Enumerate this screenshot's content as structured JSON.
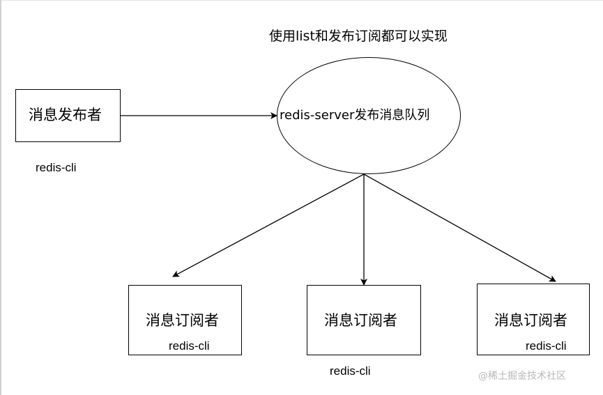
{
  "diagram": {
    "title": "使用list和发布订阅都可以实现",
    "publisher": {
      "label": "消息发布者",
      "note": "redis-cli"
    },
    "server": {
      "label": "redis-server发布消息队列"
    },
    "subscribers": [
      {
        "label": "消息订阅者",
        "note": "redis-cli"
      },
      {
        "label": "消息订阅者",
        "note": "redis-cli"
      },
      {
        "label": "消息订阅者",
        "note": "redis-cli"
      }
    ]
  },
  "watermark": "@稀土掘金技术社区",
  "colors": {
    "stroke": "#000000",
    "background": "#ffffff",
    "watermark": "#b8b8b8"
  }
}
